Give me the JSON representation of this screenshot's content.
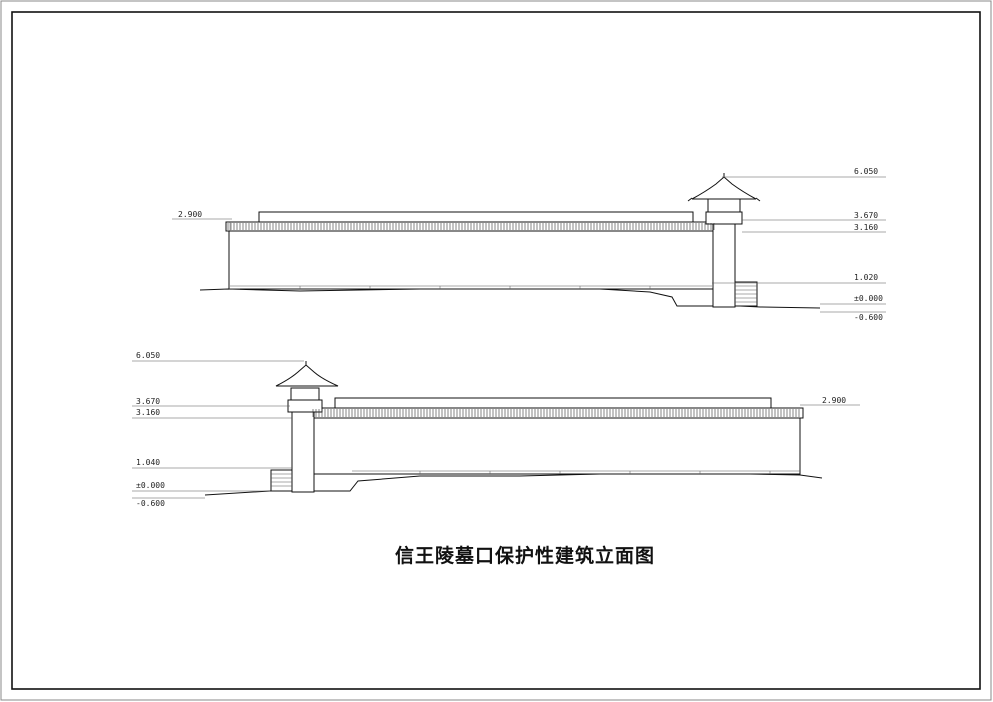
{
  "drawing": {
    "title": "信王陵墓口保护性建筑立面图",
    "elevation_top": {
      "labels": {
        "left_2900": "2.900",
        "r_6050": "6.050",
        "r_3670": "3.670",
        "r_3160": "3.160",
        "r_1020": "1.020",
        "r_0000": "±0.000",
        "r_m0600": "-0.600"
      }
    },
    "elevation_bottom": {
      "labels": {
        "l_6050": "6.050",
        "l_3670": "3.670",
        "l_3160": "3.160",
        "l_1040": "1.040",
        "l_0000": "±0.000",
        "l_m0600": "-0.600",
        "right_2900": "2.900"
      }
    }
  }
}
